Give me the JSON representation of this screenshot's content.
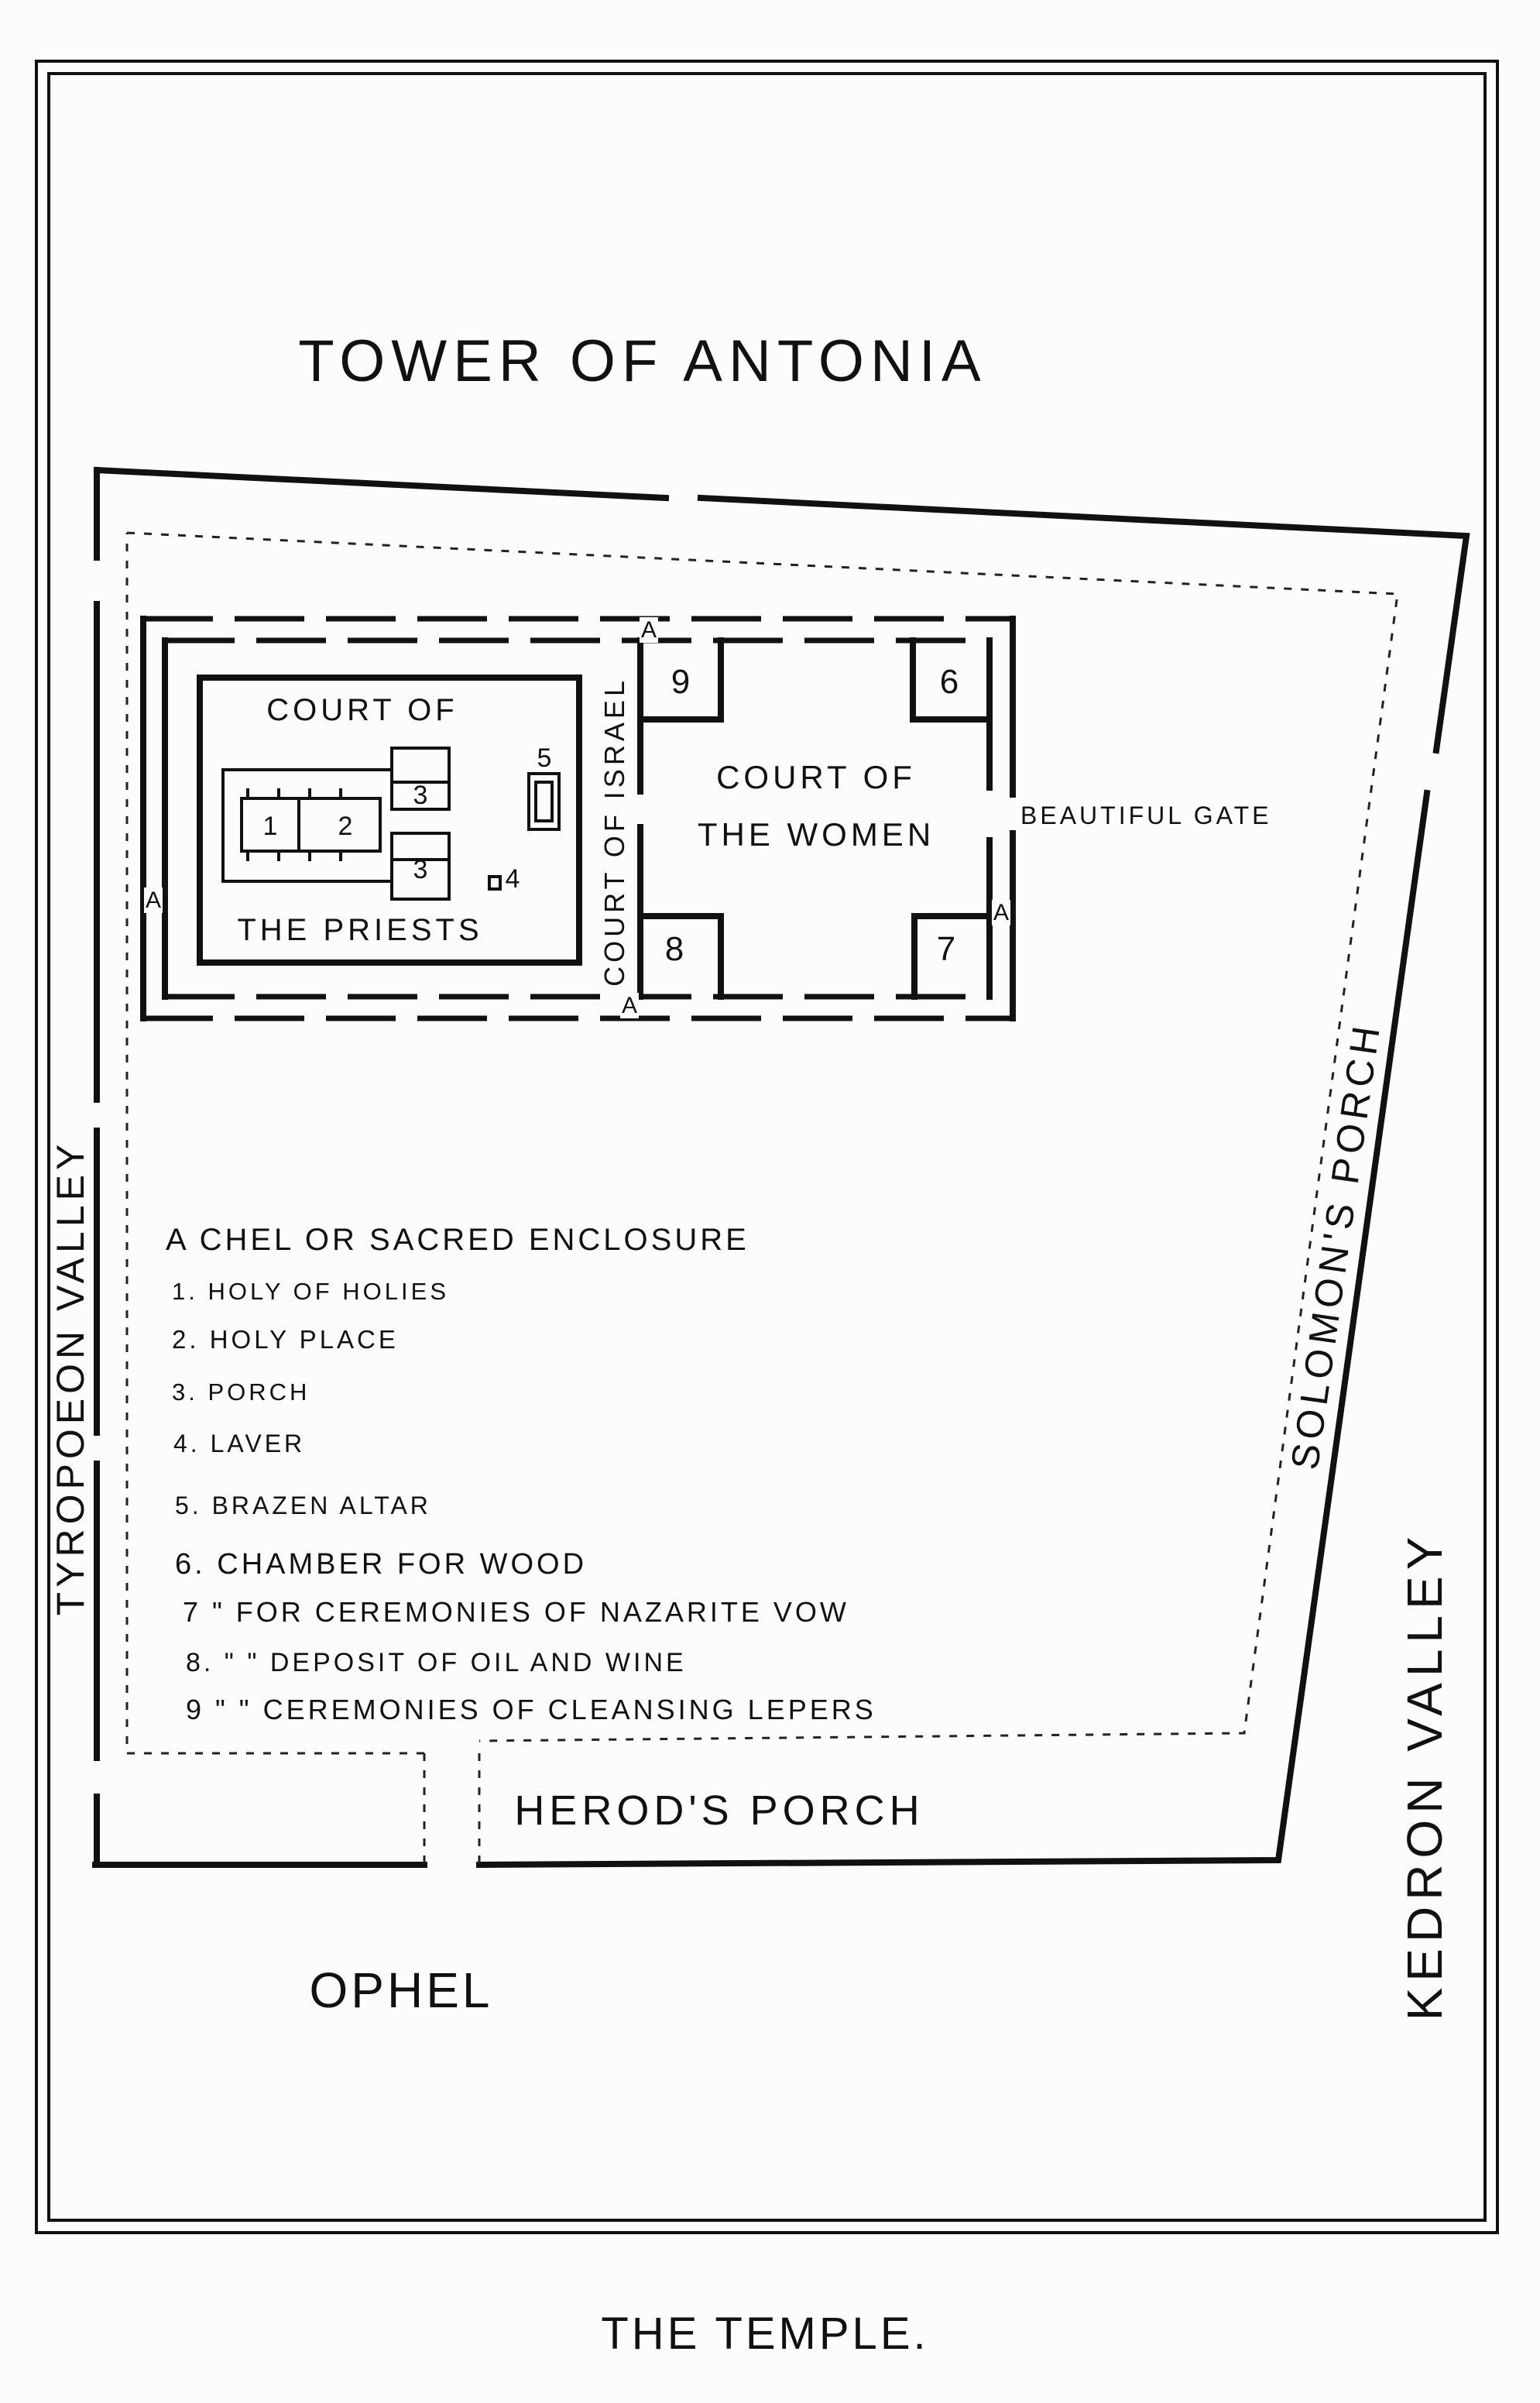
{
  "title": "THE TEMPLE.",
  "labels": {
    "tower": "TOWER OF ANTONIA",
    "tyropoeon": "TYROPOEON VALLEY",
    "kedron": "KEDRON VALLEY",
    "solomons_porch": "SOLOMON'S PORCH",
    "herods_porch": "HEROD'S PORCH",
    "ophel": "OPHEL",
    "beautiful_gate": "BEAUTIFUL GATE",
    "court_priests_1": "COURT OF",
    "court_priests_2": "THE PRIESTS",
    "court_israel": "COURT OF ISRAEL",
    "court_women_1": "COURT OF",
    "court_women_2": "THE WOMEN",
    "chel_mark": "A",
    "numbers": [
      "1",
      "2",
      "3",
      "3",
      "4",
      "5",
      "6",
      "7",
      "8",
      "9"
    ]
  },
  "legend": [
    "A  CHEL OR SACRED ENCLOSURE",
    "1. HOLY OF HOLIES",
    "2. HOLY PLACE",
    "3. PORCH",
    "4. LAVER",
    "5. BRAZEN ALTAR",
    "6. CHAMBER FOR WOOD",
    "7  \"  FOR CEREMONIES OF NAZARITE VOW",
    "8.  \"   \"   DEPOSIT OF OIL AND WINE",
    "9  \"   \"   CEREMONIES OF CLEANSING LEPERS"
  ]
}
